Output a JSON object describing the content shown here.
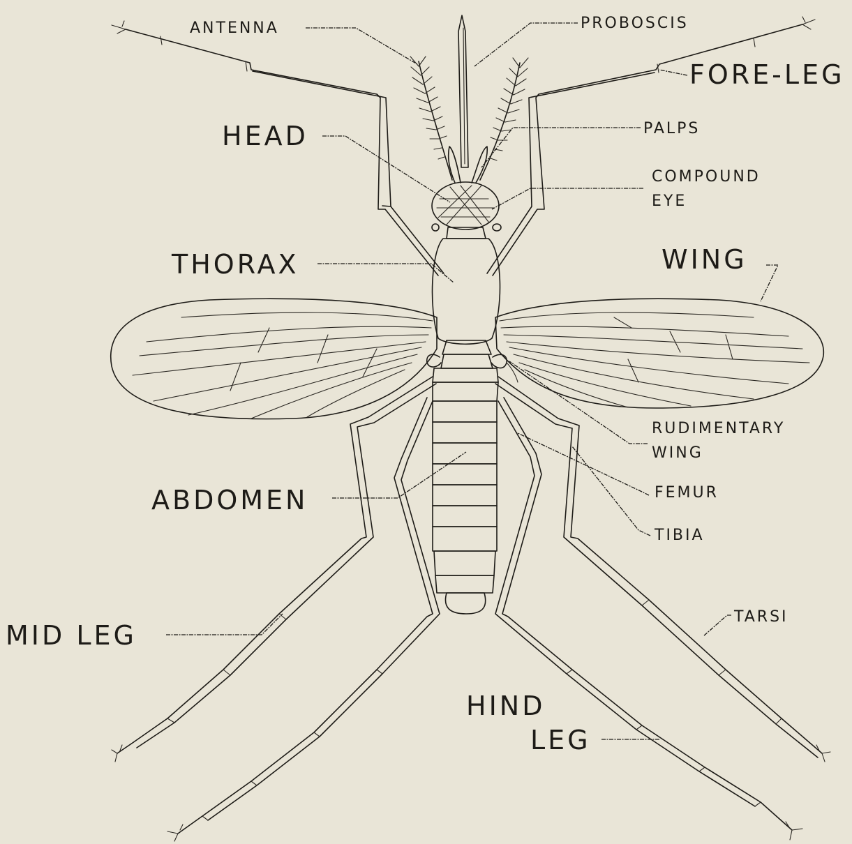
{
  "diagram": {
    "labels": {
      "antenna": "ANTENNA",
      "proboscis": "PROBOSCIS",
      "fore_leg": "FORE-LEG",
      "head": "HEAD",
      "palps": "PALPS",
      "compound_eye_line1": "COMPOUND",
      "compound_eye_line2": "EYE",
      "thorax": "THORAX",
      "wing": "WING",
      "rudimentary_wing_line1": "RUDIMENTARY",
      "rudimentary_wing_line2": "WING",
      "abdomen": "ABDOMEN",
      "femur": "FEMUR",
      "tibia": "TIBIA",
      "tarsi": "TARSI",
      "mid_leg": "MID LEG",
      "hind_leg_line1": "HIND",
      "hind_leg_line2": "LEG"
    },
    "colors": {
      "paper": "#e9e5d7",
      "ink": "#1d1b17"
    }
  }
}
